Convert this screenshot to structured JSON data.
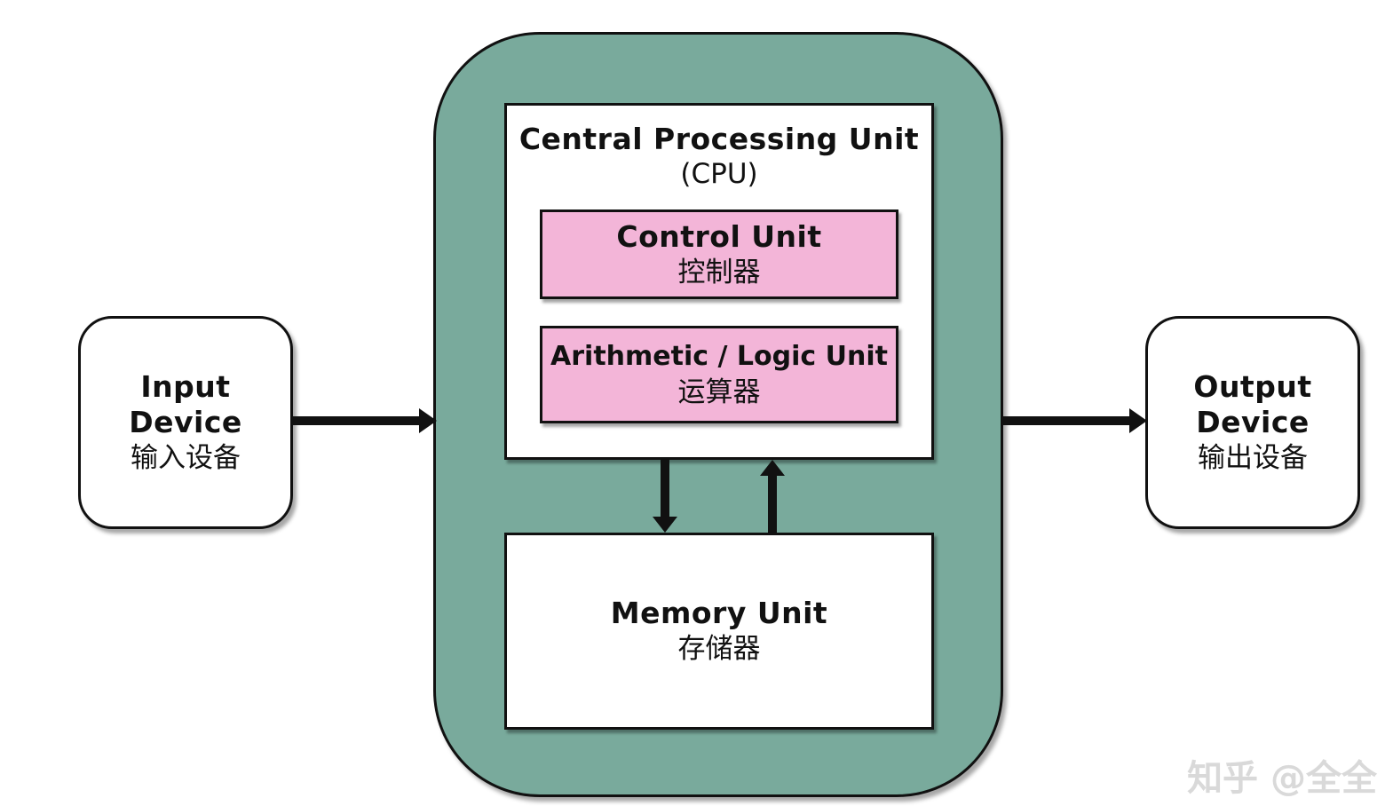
{
  "input_device": {
    "title_line1": "Input",
    "title_line2": "Device",
    "subtitle": "输入设备"
  },
  "output_device": {
    "title_line1": "Output",
    "title_line2": "Device",
    "subtitle": "输出设备"
  },
  "cpu": {
    "title": "Central Processing Unit",
    "abbr": "(CPU)",
    "control_unit": {
      "title": "Control Unit",
      "subtitle": "控制器"
    },
    "alu": {
      "title": "Arithmetic / Logic Unit",
      "subtitle": "运算器"
    }
  },
  "memory_unit": {
    "title": "Memory Unit",
    "subtitle": "存储器"
  },
  "watermark": "知乎 @全全",
  "colors": {
    "computer_fill": "#79aa9c",
    "unit_fill": "#f3b5d8",
    "box_fill": "#ffffff",
    "stroke": "#111111"
  }
}
